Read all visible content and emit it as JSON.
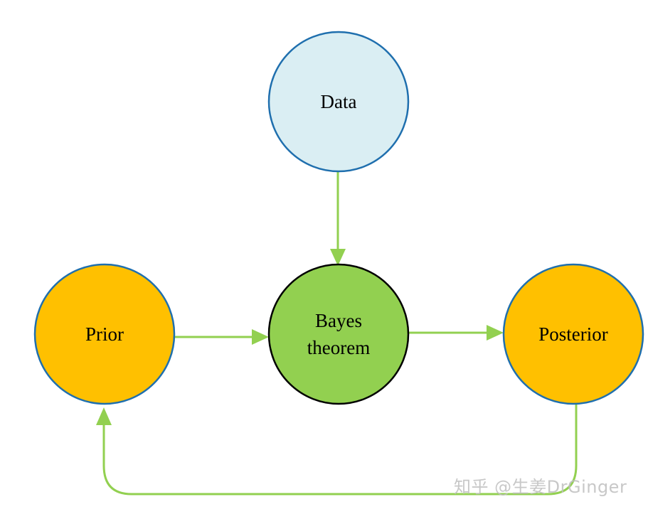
{
  "diagram": {
    "nodes": {
      "data": {
        "label": "Data",
        "fill": "#DAEEF3",
        "stroke": "#1F6FAE"
      },
      "bayes": {
        "label_line1": "Bayes",
        "label_line2": "theorem",
        "fill": "#92D050",
        "stroke": "#000000"
      },
      "prior": {
        "label": "Prior",
        "fill": "#FFC000",
        "stroke": "#1F6FAE"
      },
      "posterior": {
        "label": "Posterior",
        "fill": "#FFC000",
        "stroke": "#1F6FAE"
      }
    },
    "edges": [
      {
        "from": "Data",
        "to": "Bayes theorem"
      },
      {
        "from": "Prior",
        "to": "Bayes theorem"
      },
      {
        "from": "Bayes theorem",
        "to": "Posterior"
      },
      {
        "from": "Posterior",
        "to": "Prior"
      }
    ],
    "edge_color": "#92D050"
  },
  "watermark": {
    "text": "知乎 @生姜DrGinger"
  }
}
